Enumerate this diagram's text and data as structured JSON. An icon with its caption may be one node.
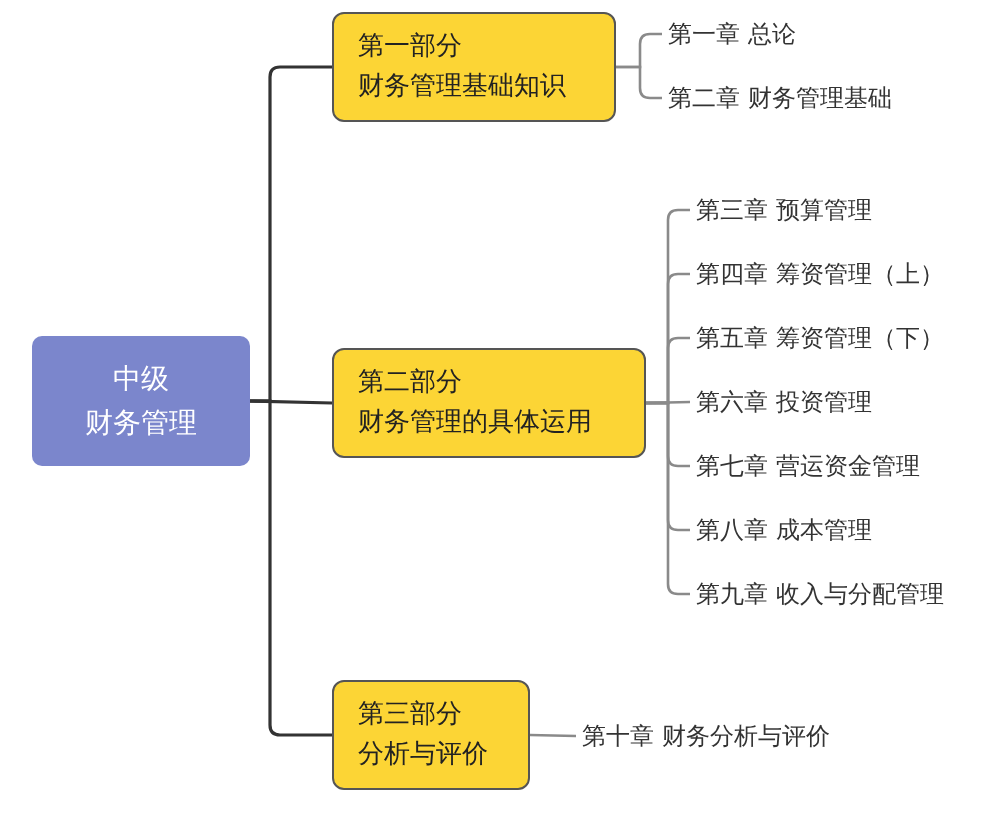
{
  "diagram": {
    "nodes": [
      {
        "text": [
          "中级",
          "财务管理"
        ]
      },
      {
        "text": [
          "第一部分",
          "财务管理基础知识"
        ]
      },
      {
        "text": [
          "第二部分",
          "财务管理的具体运用"
        ]
      },
      {
        "text": [
          "第三部分",
          "分析与评价"
        ]
      },
      {
        "text": [
          "第一章  总论"
        ]
      },
      {
        "text": [
          "第二章  财务管理基础"
        ]
      },
      {
        "text": [
          "第三章  预算管理"
        ]
      },
      {
        "text": [
          "第四章  筹资管理（上）"
        ]
      },
      {
        "text": [
          "第五章  筹资管理（下）"
        ]
      },
      {
        "text": [
          "第六章  投资管理"
        ]
      },
      {
        "text": [
          "第七章  营运资金管理"
        ]
      },
      {
        "text": [
          "第八章  成本管理"
        ]
      },
      {
        "text": [
          "第九章  收入与分配管理"
        ]
      },
      {
        "text": [
          "第十章  财务分析与评价"
        ]
      }
    ],
    "edges": [
      {
        "from": 0,
        "to": 1,
        "arrow": "none",
        "color": "#333333"
      },
      {
        "from": 0,
        "to": 2,
        "arrow": "none",
        "color": "#333333"
      },
      {
        "from": 0,
        "to": 3,
        "arrow": "none",
        "color": "#333333"
      },
      {
        "from": 1,
        "to": 4,
        "arrow": "none"
      },
      {
        "from": 1,
        "to": 5,
        "arrow": "none"
      },
      {
        "from": 2,
        "to": 6,
        "arrow": "none"
      },
      {
        "from": 2,
        "to": 7,
        "arrow": "none"
      },
      {
        "from": 2,
        "to": 8,
        "arrow": "none"
      },
      {
        "from": 2,
        "to": 9,
        "arrow": "none"
      },
      {
        "from": 2,
        "to": 10,
        "arrow": "none"
      },
      {
        "from": 2,
        "to": 11,
        "arrow": "none"
      },
      {
        "from": 2,
        "to": 12,
        "arrow": "none"
      },
      {
        "from": 3,
        "to": 13,
        "arrow": "none"
      }
    ]
  }
}
